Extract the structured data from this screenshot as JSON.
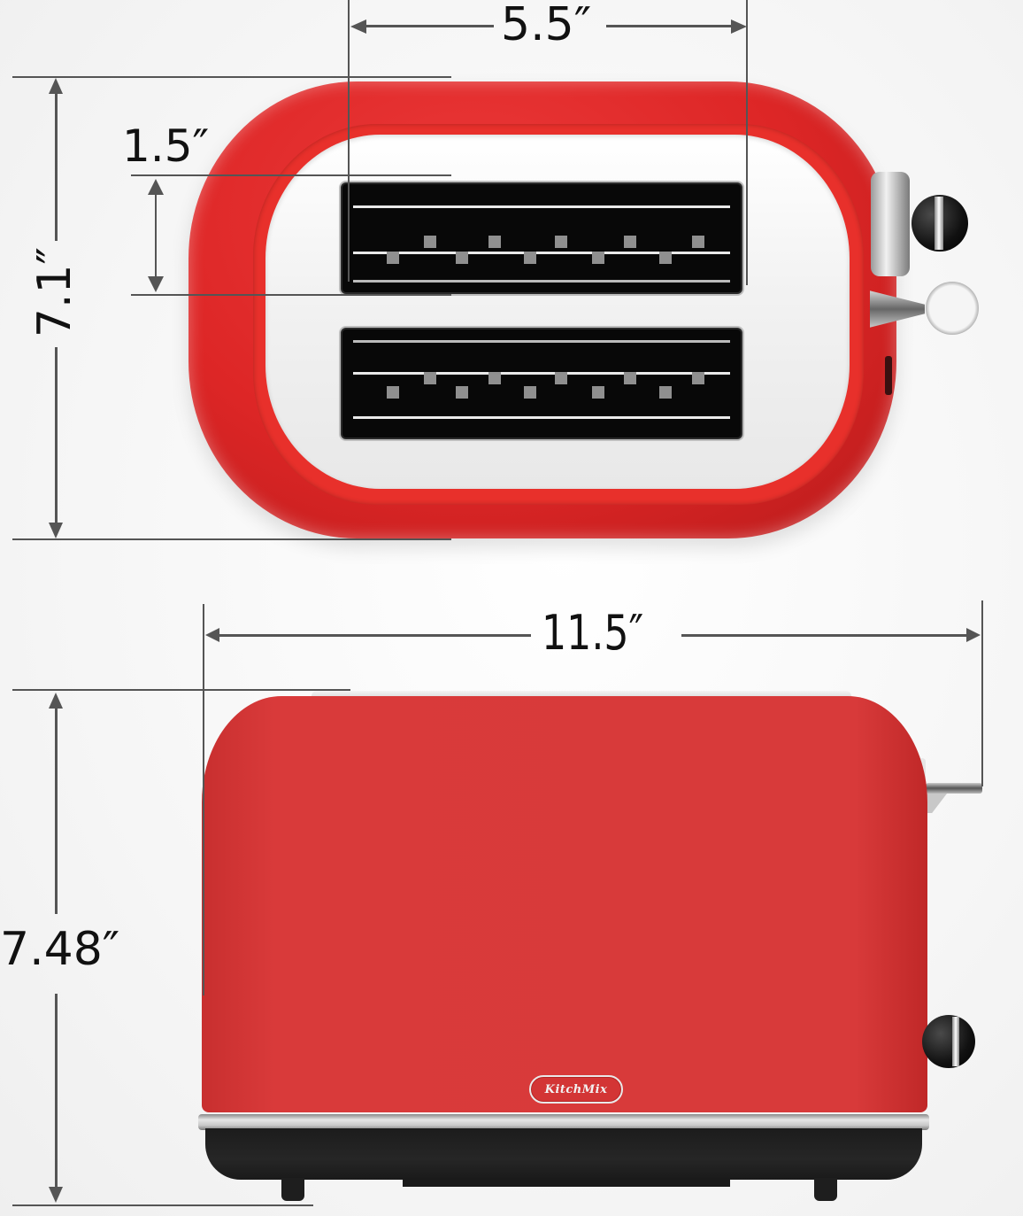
{
  "product": {
    "brand": "KitchMix",
    "type": "2-slice toaster",
    "body_color": "#d93a3a",
    "views": [
      "top view",
      "side view"
    ]
  },
  "dimensions": {
    "top_view": {
      "slot_length": "5.5″",
      "slot_width": "1.5″",
      "depth": "7.1″"
    },
    "side_view": {
      "overall_width": "11.5″",
      "height": "7.48″"
    }
  },
  "colors": {
    "dimension_line": "#555555",
    "label_text": "#111111",
    "base": "#1e1e1e",
    "chrome": "#d0d0d0"
  }
}
